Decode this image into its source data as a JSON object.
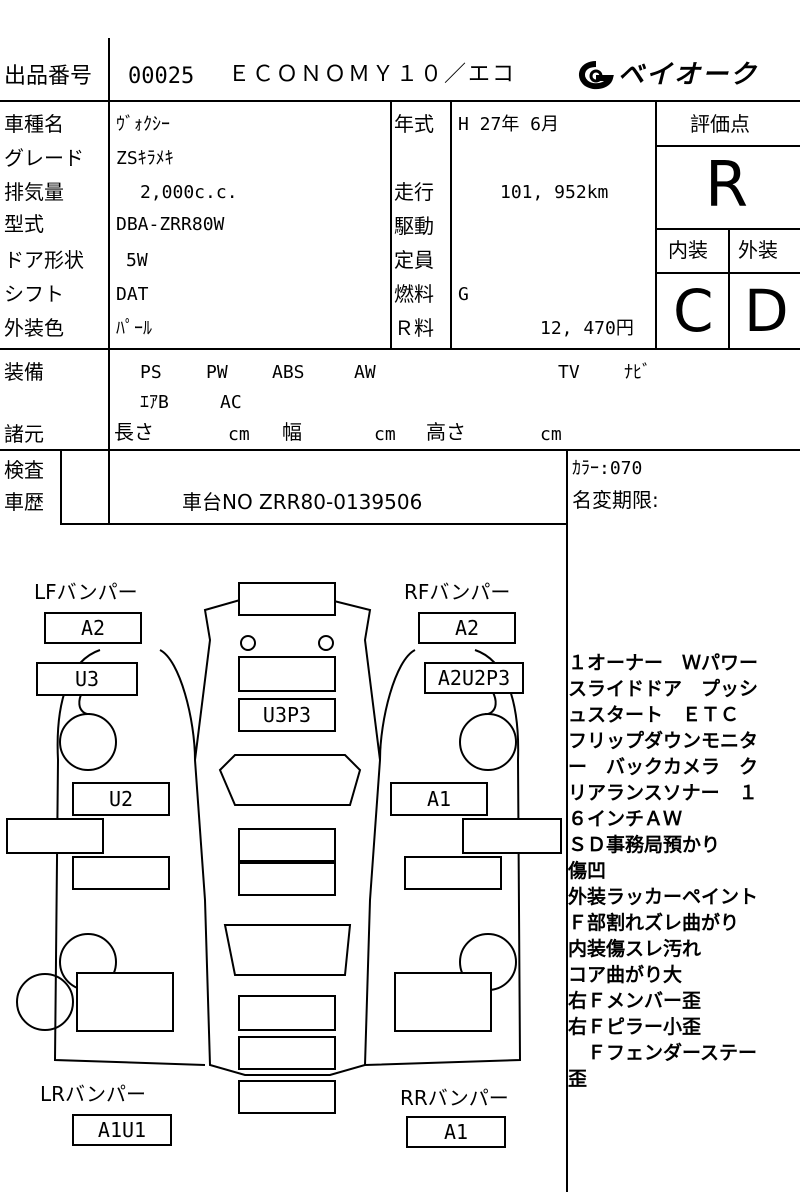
{
  "header": {
    "lot_label": "出品番号",
    "lot_number": "00025",
    "grade_banner": "ＥＣＯＮＯＭＹ１０／エコ",
    "brand_logo_text": "ベイオーク"
  },
  "vehicle": {
    "model_label": "車種名",
    "model": "ｳﾞｫｸｼｰ",
    "grade_label": "グレード",
    "grade": "ZSｷﾗﾒｷ",
    "displacement_label": "排気量",
    "displacement": "2,000c.c.",
    "type_label": "型式",
    "type": "DBA-ZRR80W",
    "door_label": "ドア形状",
    "door": "5W",
    "shift_label": "シフト",
    "shift": "DAT",
    "color_label": "外装色",
    "color": "ﾊﾟｰﾙ",
    "year_label": "年式",
    "year": "H 27年  6月",
    "mileage_label": "走行",
    "mileage": "101, 952km",
    "drive_label": "駆動",
    "drive": "",
    "capacity_label": "定員",
    "capacity": "",
    "fuel_label": "燃料",
    "fuel": "G",
    "recycle_label": "Ｒ料",
    "recycle_fee": "12, 470円"
  },
  "scores": {
    "overall_label": "評価点",
    "overall": "R",
    "interior_label": "内装",
    "interior": "C",
    "exterior_label": "外装",
    "exterior": "D"
  },
  "equipment": {
    "label": "装備",
    "items_row1": [
      "PS",
      "PW",
      "ABS",
      "AW"
    ],
    "tv": "TV",
    "navi": "ﾅﾋﾞ",
    "items_row2": [
      "ｴｱB",
      "AC"
    ]
  },
  "specs": {
    "label": "諸元",
    "length": "長さ",
    "width": "幅",
    "height": "高さ",
    "unit": "cm"
  },
  "inspection": {
    "label1": "検査",
    "label2": "車歴",
    "chassis": "車台NO  ZRR80-0139506",
    "color_code": "ｶﾗｰ:070",
    "name_change": "名変期限:"
  },
  "diagram": {
    "lf_bumper_label": "LFバンパー",
    "lf_bumper": "A2",
    "rf_bumper_label": "RFバンパー",
    "rf_bumper": "A2",
    "lr_bumper_label": "LRバンパー",
    "lr_bumper": "A1U1",
    "rr_bumper_label": "RRバンパー",
    "rr_bumper": "A1",
    "left_front_fender": "U3",
    "right_front_fender": "A2U2P3",
    "hood": "U3P3",
    "left_front_door": "U2",
    "right_front_door": "A1"
  },
  "notes": [
    "１オーナー　Ｗパワー",
    "スライドドア　プッシ",
    "ュスタート　ＥＴＣ",
    "フリップダウンモニタ",
    "ー　バックカメラ　ク",
    "リアランスソナー　１",
    "６インチＡＷ",
    "ＳＤ事務局預かり",
    "傷凹",
    "外装ラッカーペイント",
    "Ｆ部割れズレ曲がり",
    "内装傷スレ汚れ",
    "コア曲がり大",
    "右Ｆメンバー歪",
    "右Ｆピラー小歪",
    "　Ｆフェンダーステー",
    "歪"
  ]
}
